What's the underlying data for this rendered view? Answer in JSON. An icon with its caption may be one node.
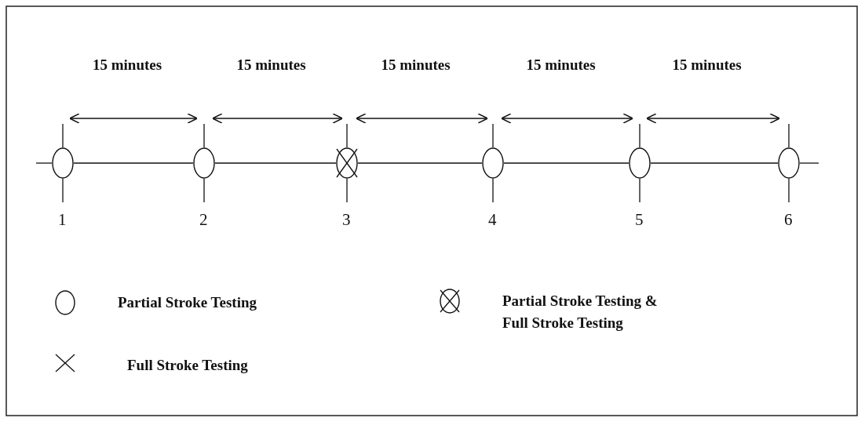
{
  "diagram": {
    "nodes": [
      {
        "text": [],
        "shape": "circle",
        "beside": [
          "1"
        ]
      },
      {
        "text": [],
        "shape": "circle",
        "beside": [
          "2"
        ]
      },
      {
        "text": [],
        "shape": "crossed-circle",
        "beside": [
          "3"
        ]
      },
      {
        "text": [],
        "shape": "circle",
        "beside": [
          "4"
        ]
      },
      {
        "text": [],
        "shape": "circle",
        "beside": [
          "5"
        ]
      },
      {
        "text": [],
        "shape": "circle",
        "beside": [
          "6"
        ]
      }
    ],
    "edges": [
      {
        "from": null,
        "to": 0,
        "arrow": "none"
      },
      {
        "from": 0,
        "to": 1,
        "arrow": "none"
      },
      {
        "from": 1,
        "to": 2,
        "arrow": "none"
      },
      {
        "from": 2,
        "to": 3,
        "arrow": "none"
      },
      {
        "from": 3,
        "to": 4,
        "arrow": "none"
      },
      {
        "from": 4,
        "to": 5,
        "arrow": "none"
      },
      {
        "from": 5,
        "to": null,
        "arrow": "none"
      }
    ],
    "labels": [
      "15 minutes",
      "15 minutes",
      "15 minutes",
      "15 minutes",
      "15 minutes"
    ],
    "legend": [
      {
        "text": "Partial Stroke Testing"
      },
      {
        "text": "Partial Stroke Testing & Full Stroke Testing"
      },
      {
        "text": "Full Stroke Testing"
      }
    ]
  }
}
